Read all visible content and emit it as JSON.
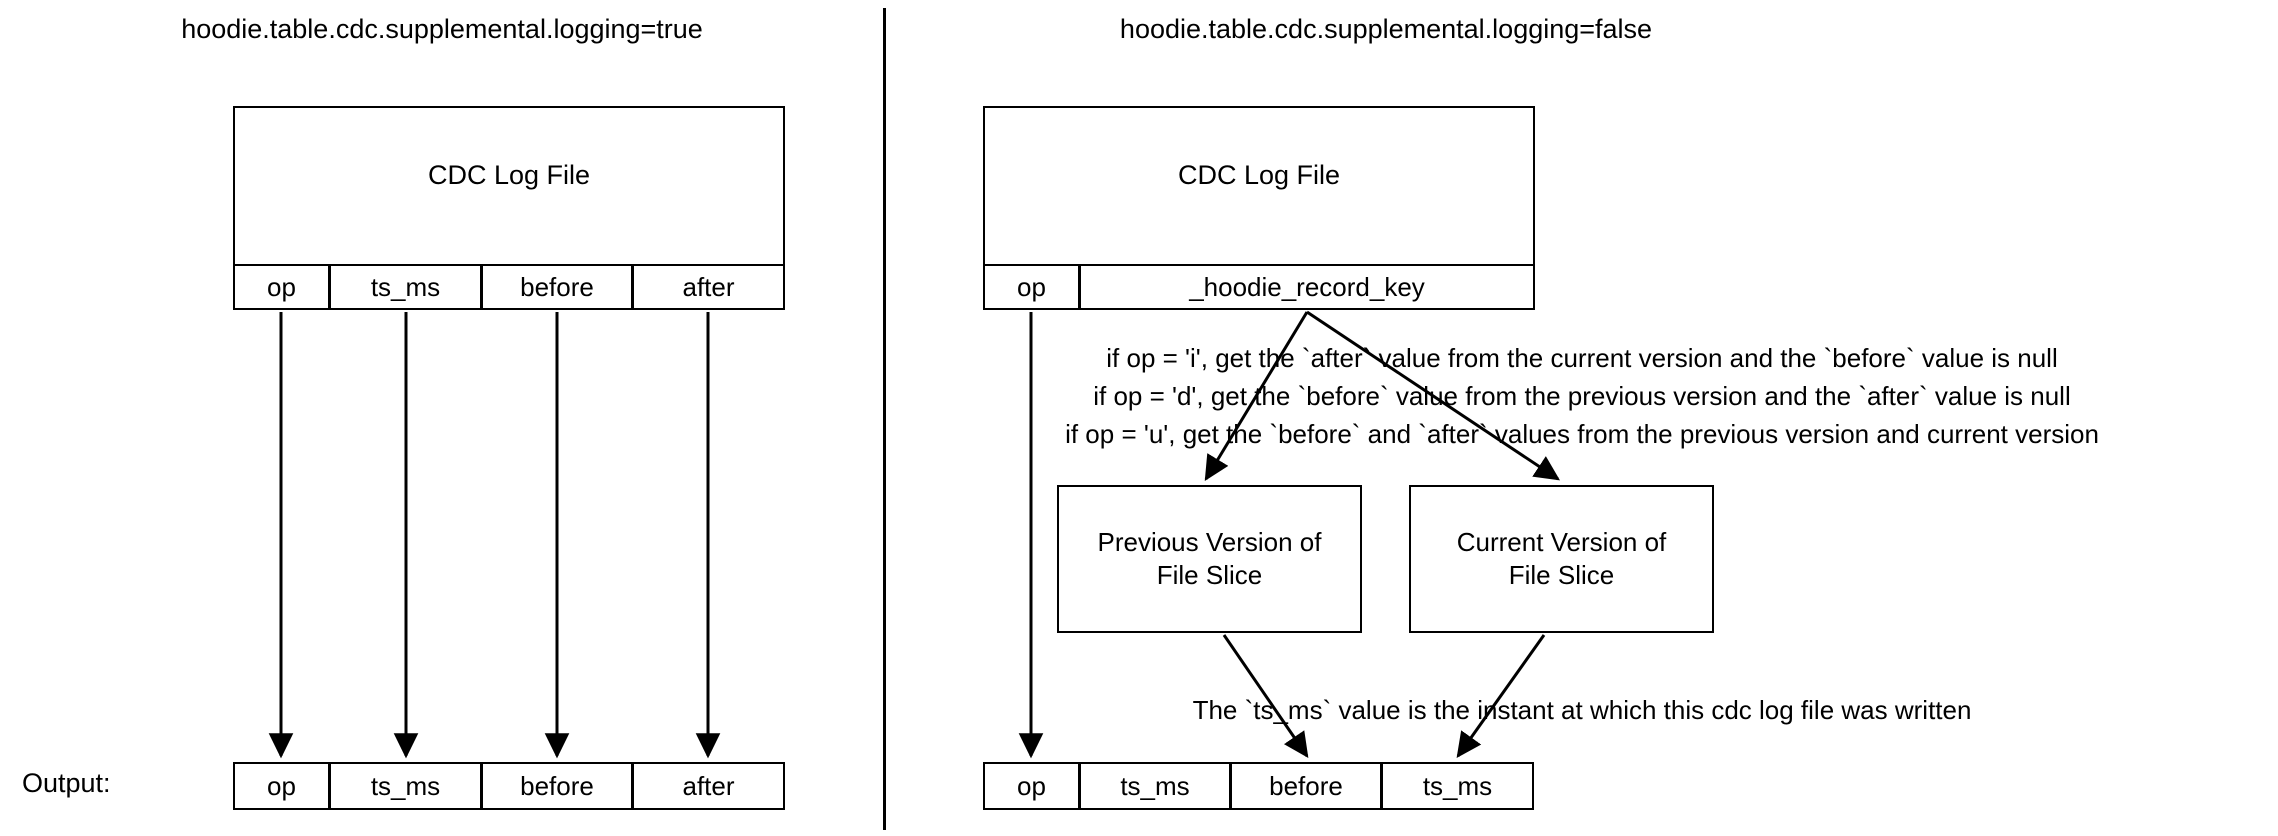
{
  "panels": [
    {
      "id": "left",
      "title": "hoodie.table.cdc.supplemental.logging=true",
      "logfile": {
        "title": "CDC Log File",
        "columns": [
          "op",
          "ts_ms",
          "before",
          "after"
        ]
      },
      "output": {
        "columns": [
          "op",
          "ts_ms",
          "before",
          "after"
        ]
      }
    },
    {
      "id": "right",
      "title": "hoodie.table.cdc.supplemental.logging=false",
      "logfile": {
        "title": "CDC Log File",
        "columns": [
          "op",
          "_hoodie_record_key"
        ]
      },
      "version_boxes": [
        {
          "line1": "Previous Version of",
          "line2": "File Slice"
        },
        {
          "line1": "Current Version of",
          "line2": "File Slice"
        }
      ],
      "notes": [
        "if op = 'i', get the `after` value from the current version and the `before` value is null",
        "if op = 'd', get the `before` value from the previous version  and the `after` value is null",
        "if op = 'u', get the `before` and `after` values from the previous version and current version"
      ],
      "ts_note": "The `ts_ms` value is the instant at which this cdc log file was written",
      "output": {
        "columns": [
          "op",
          "ts_ms",
          "before",
          "ts_ms"
        ]
      }
    }
  ],
  "output_label": "Output:",
  "colors": {
    "stroke": "#000000",
    "background": "#ffffff",
    "text": "#000000"
  }
}
